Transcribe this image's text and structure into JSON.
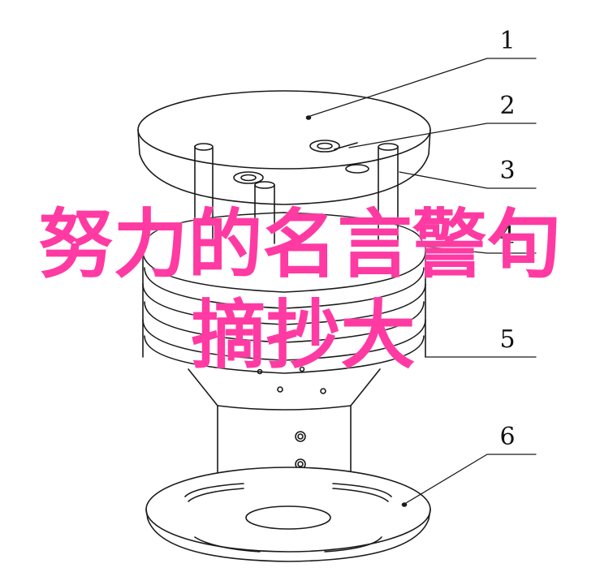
{
  "callouts": [
    {
      "label": "1"
    },
    {
      "label": "2"
    },
    {
      "label": "3"
    },
    {
      "label": "4"
    },
    {
      "label": "5"
    },
    {
      "label": "6"
    }
  ],
  "overlay": {
    "line1": "努力的名言警句",
    "line2": "摘抄大"
  },
  "colors": {
    "stroke": "#1a1a1a",
    "overlay_text": "#ff3aa3",
    "background": "#ffffff"
  }
}
